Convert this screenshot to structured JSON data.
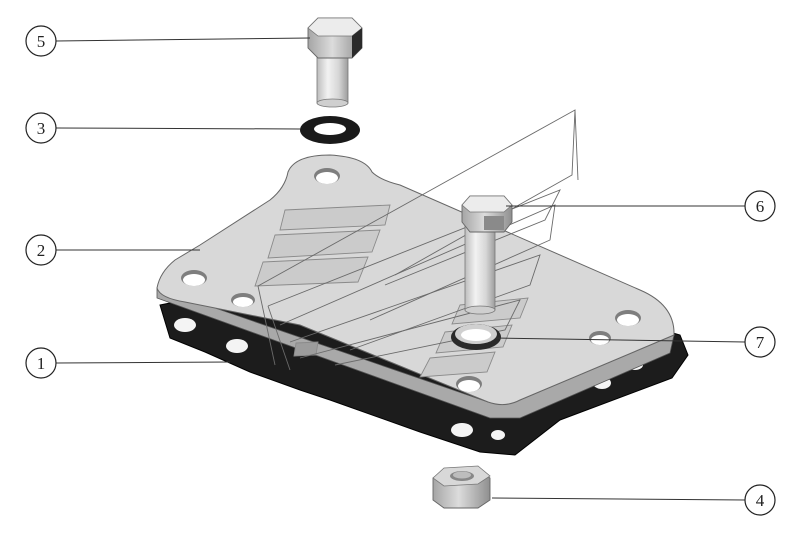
{
  "diagram": {
    "callouts": [
      {
        "id": "c5",
        "label": "5",
        "part": "bolt-top"
      },
      {
        "id": "c3",
        "label": "3",
        "part": "washer-black"
      },
      {
        "id": "c2",
        "label": "2",
        "part": "cover-plate"
      },
      {
        "id": "c1",
        "label": "1",
        "part": "gasket"
      },
      {
        "id": "c6",
        "label": "6",
        "part": "bolt-middle"
      },
      {
        "id": "c7",
        "label": "7",
        "part": "washer-ring"
      },
      {
        "id": "c4",
        "label": "4",
        "part": "hex-nut"
      }
    ],
    "colors": {
      "plate": "#d8d8d8",
      "plate_edge": "#a9a9a9",
      "gasket": "#1c1c1c",
      "metal_light": "#e2e2e2",
      "metal_shadow": "#9a9a9a",
      "line": "#333333"
    }
  }
}
